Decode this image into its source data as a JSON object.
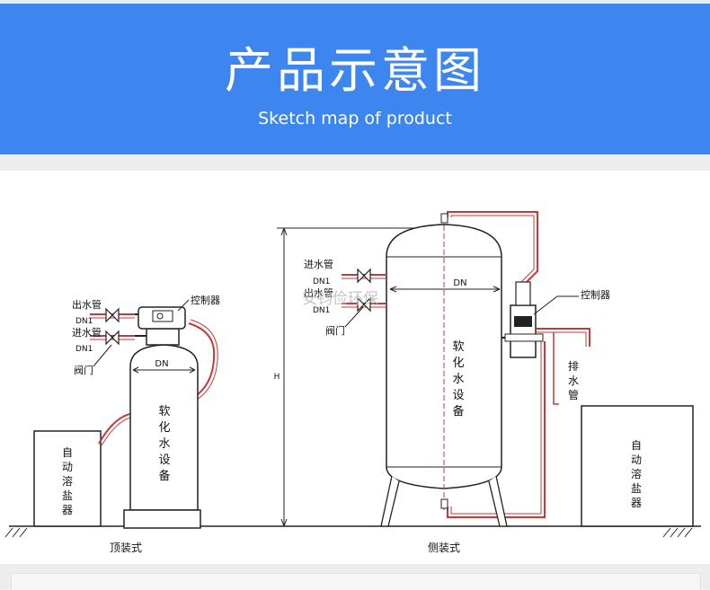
{
  "header": {
    "title": "产品示意图",
    "subtitle": "Sketch map of product"
  },
  "diagram": {
    "left_unit": {
      "caption": "顶装式",
      "tank_label": [
        "软",
        "化",
        "水",
        "设",
        "备"
      ],
      "dn": "DN",
      "outlet_pipe": "出水管",
      "inlet_pipe": "进水管",
      "dn1_top": "DN1",
      "dn1_bottom": "DN1",
      "valve": "阀门",
      "controller": "控制器",
      "brine_tank": [
        "自",
        "动",
        "溶",
        "盐",
        "器"
      ]
    },
    "right_unit": {
      "caption": "侧装式",
      "tank_label": [
        "软",
        "化",
        "水",
        "设",
        "备"
      ],
      "dn": "DN",
      "height": "H",
      "inlet_pipe": "进水管",
      "outlet_pipe": "出水管",
      "dn1_top": "DN1",
      "dn1_bottom": "DN1",
      "valve": "阀门",
      "controller": "控制器",
      "drain_pipe": [
        "排",
        "水",
        "管"
      ],
      "brine_tank": [
        "自",
        "动",
        "溶",
        "盐",
        "器"
      ]
    },
    "watermark": "安钧俭环保"
  },
  "colors": {
    "banner": "#3d86ef",
    "pipe": "#c43a3a",
    "dash": "#c43a3a"
  }
}
